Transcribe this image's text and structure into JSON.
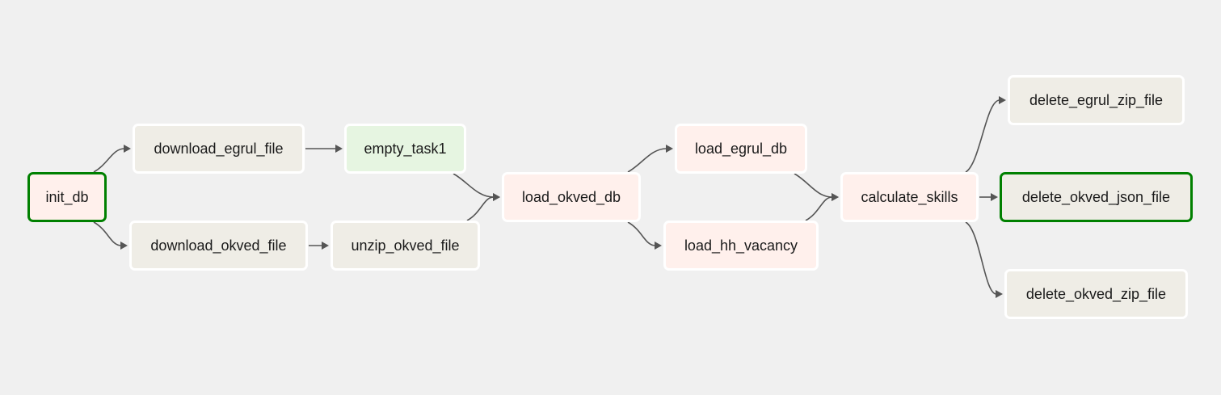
{
  "colors": {
    "background": "#f0f0f0",
    "edge": "#555555",
    "running_border": "#008000",
    "fill_upstream_failed": "#fdecec",
    "fill_none": "#efede6",
    "fill_success_light": "#e6f5e1",
    "fill_scheduled": "#fff0ec"
  },
  "nodes": {
    "init_db": {
      "label": "init_db",
      "fill": "#fff0ec",
      "state": "running"
    },
    "download_egrul_file": {
      "label": "download_egrul_file",
      "fill": "#efede6",
      "state": "none"
    },
    "download_okved_file": {
      "label": "download_okved_file",
      "fill": "#efede6",
      "state": "none"
    },
    "empty_task1": {
      "label": "empty_task1",
      "fill": "#e6f5e1",
      "state": "none"
    },
    "unzip_okved_file": {
      "label": "unzip_okved_file",
      "fill": "#efede6",
      "state": "none"
    },
    "load_okved_db": {
      "label": "load_okved_db",
      "fill": "#fff0ec",
      "state": "none"
    },
    "load_egrul_db": {
      "label": "load_egrul_db",
      "fill": "#fff0ec",
      "state": "none"
    },
    "load_hh_vacancy": {
      "label": "load_hh_vacancy",
      "fill": "#fff0ec",
      "state": "none"
    },
    "calculate_skills": {
      "label": "calculate_skills",
      "fill": "#fff0ec",
      "state": "none"
    },
    "delete_egrul_zip_file": {
      "label": "delete_egrul_zip_file",
      "fill": "#efede6",
      "state": "none"
    },
    "delete_okved_json_file": {
      "label": "delete_okved_json_file",
      "fill": "#efede6",
      "state": "running"
    },
    "delete_okved_zip_file": {
      "label": "delete_okved_zip_file",
      "fill": "#efede6",
      "state": "none"
    }
  },
  "edges": [
    [
      "init_db",
      "download_egrul_file"
    ],
    [
      "init_db",
      "download_okved_file"
    ],
    [
      "download_egrul_file",
      "empty_task1"
    ],
    [
      "download_okved_file",
      "unzip_okved_file"
    ],
    [
      "empty_task1",
      "load_okved_db"
    ],
    [
      "unzip_okved_file",
      "load_okved_db"
    ],
    [
      "load_okved_db",
      "load_egrul_db"
    ],
    [
      "load_okved_db",
      "load_hh_vacancy"
    ],
    [
      "load_egrul_db",
      "calculate_skills"
    ],
    [
      "load_hh_vacancy",
      "calculate_skills"
    ],
    [
      "calculate_skills",
      "delete_egrul_zip_file"
    ],
    [
      "calculate_skills",
      "delete_okved_json_file"
    ],
    [
      "calculate_skills",
      "delete_okved_zip_file"
    ]
  ]
}
